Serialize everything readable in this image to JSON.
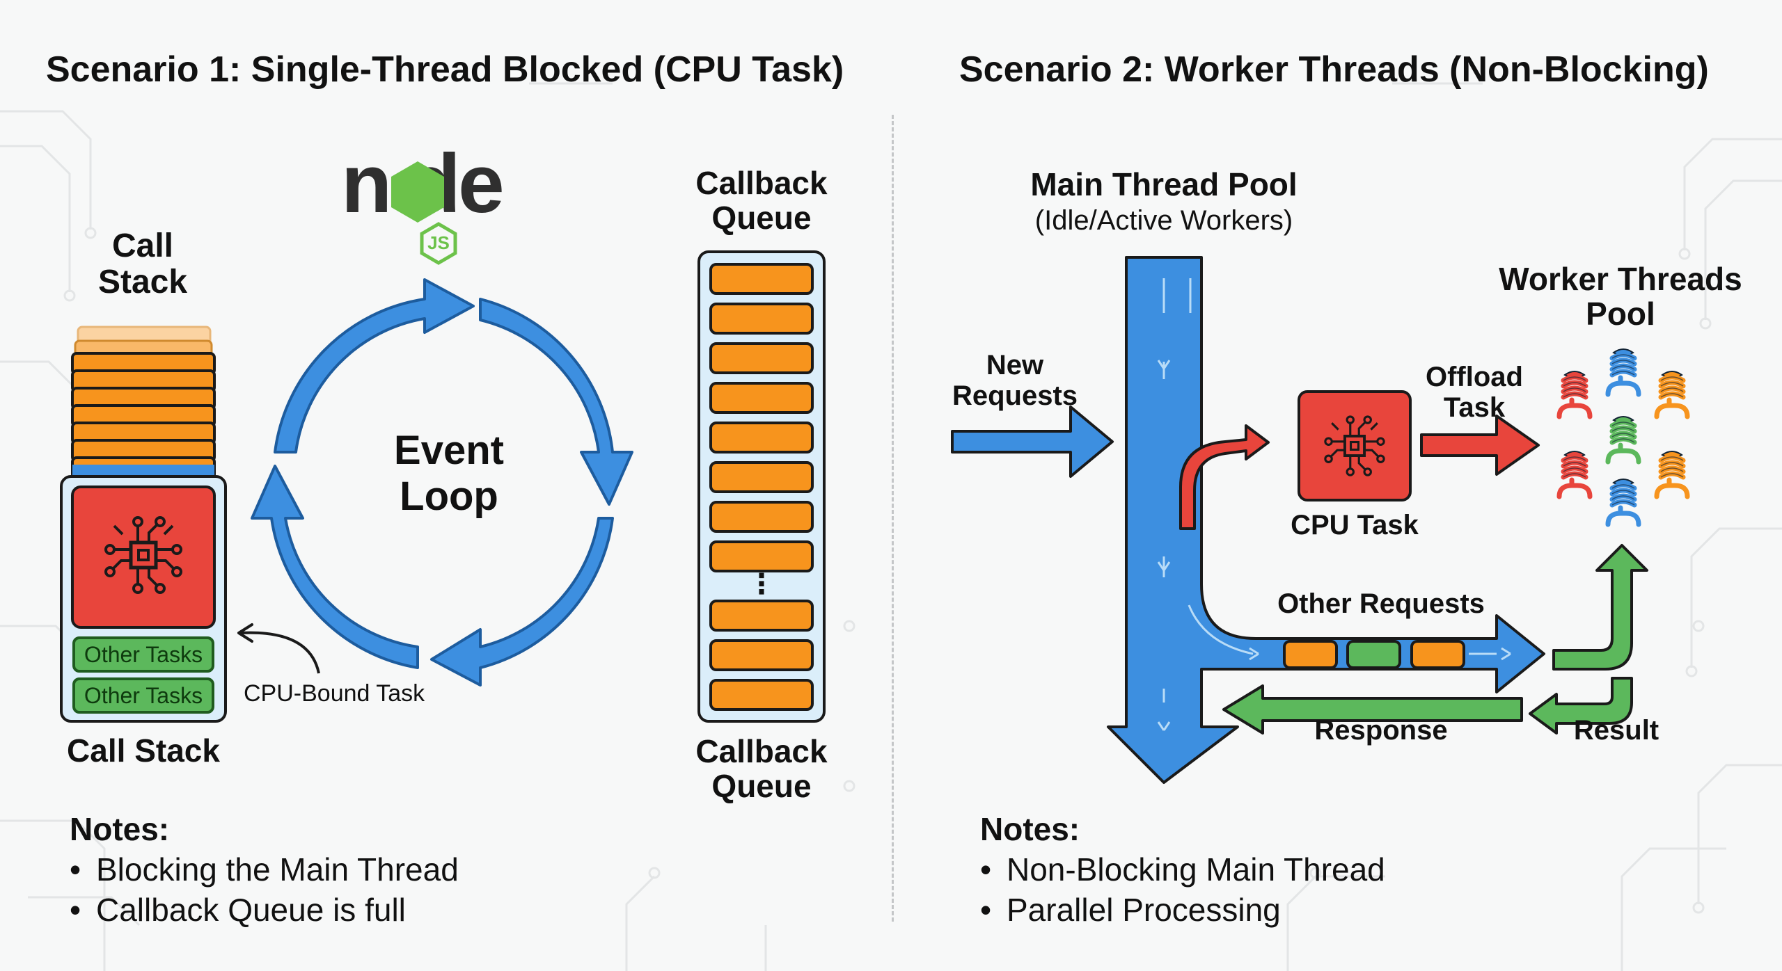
{
  "scenario1": {
    "title": "Scenario 1: Single-Thread Blocked (CPU Task)",
    "logo_text": "node",
    "logo_badge": "JS",
    "call_stack_top": "Call\nStack",
    "call_stack_bottom": "Call Stack",
    "event_loop": "Event\nLoop",
    "callback_queue_top": "Callback\nQueue",
    "callback_queue_bottom": "Callback\nQueue",
    "queue_ellipsis": "⋮",
    "other_tasks": [
      "Other Tasks",
      "Other Tasks"
    ],
    "cpu_bound_label": "CPU-Bound Task",
    "notes_title": "Notes:",
    "notes": [
      "Blocking the Main Thread",
      "Callback Queue is full"
    ]
  },
  "scenario2": {
    "title": "Scenario 2: Worker Threads (Non-Blocking)",
    "main_thread_pool": "Main Thread Pool",
    "main_thread_sub": "(Idle/Active Workers)",
    "new_requests": "New\nRequests",
    "cpu_task": "CPU Task",
    "offload_task": "Offload\nTask",
    "worker_pool": "Worker Threads\nPool",
    "other_requests": "Other Requests",
    "response": "Response",
    "result": "Result",
    "notes_title": "Notes:",
    "notes": [
      "Non-Blocking Main Thread",
      "Parallel Processing"
    ]
  },
  "colors": {
    "blue": "#3d8fe0",
    "orange": "#f7941d",
    "red": "#e8453c",
    "green": "#5cb85c",
    "light_blue": "#dbeefa"
  },
  "icons": [
    "cpu-chip-icon",
    "worker-spring-icon",
    "nodejs-logo"
  ]
}
